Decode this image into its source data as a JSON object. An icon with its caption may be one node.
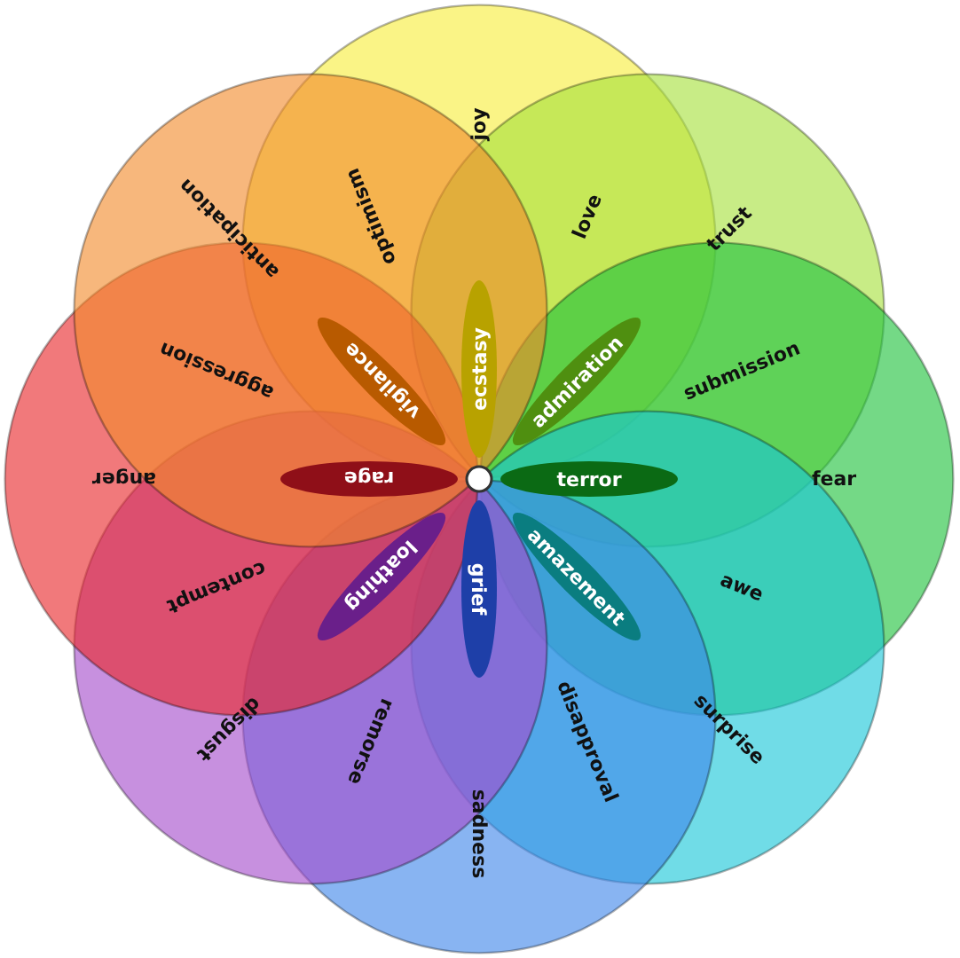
{
  "diagram": {
    "nodes": [
      {
        "text": [
          "joy"
        ]
      },
      {
        "text": [
          "trust"
        ]
      },
      {
        "text": [
          "fear"
        ]
      },
      {
        "text": [
          "surprise"
        ]
      },
      {
        "text": [
          "sadness"
        ]
      },
      {
        "text": [
          "disgust"
        ]
      },
      {
        "text": [
          "anger"
        ]
      },
      {
        "text": [
          "anticipation"
        ]
      },
      {
        "text": [
          "ecstasy"
        ]
      },
      {
        "text": [
          "admiration"
        ]
      },
      {
        "text": [
          "terror"
        ]
      },
      {
        "text": [
          "amazement"
        ]
      },
      {
        "text": [
          "grief"
        ]
      },
      {
        "text": [
          "loathing"
        ]
      },
      {
        "text": [
          "rage"
        ]
      },
      {
        "text": [
          "vigilance"
        ]
      }
    ],
    "labels": [
      "love",
      "submission",
      "awe",
      "disapproval",
      "remorse",
      "contempt",
      "aggression",
      "optimism"
    ]
  }
}
